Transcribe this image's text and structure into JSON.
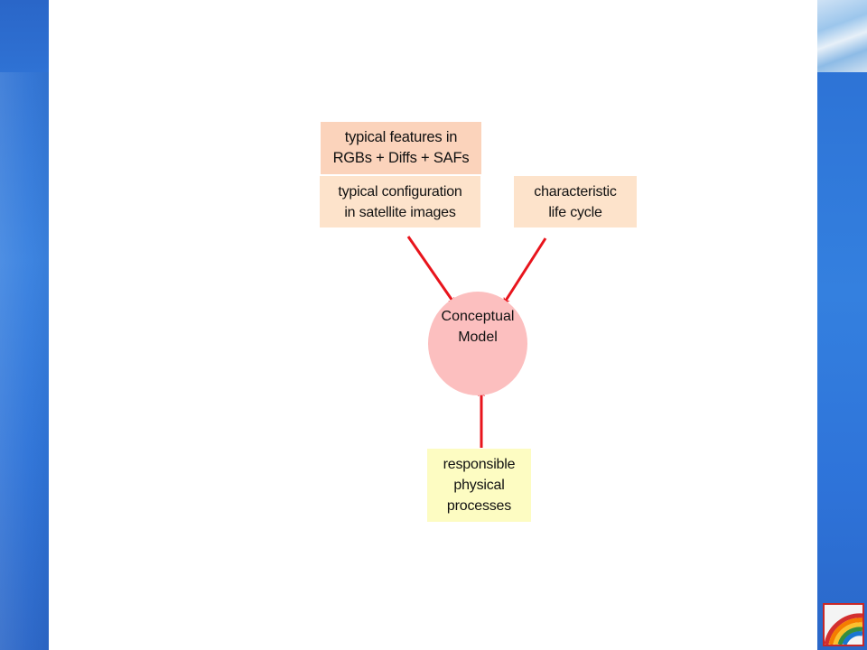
{
  "diagram": {
    "center_node": "Conceptual\nModel",
    "nodes": {
      "features": "typical features in\nRGBs + Diffs + SAFs",
      "configuration": "typical configuration\nin satellite images",
      "life_cycle": "characteristic\nlife cycle",
      "physical": "responsible\nphysical\nprocesses"
    },
    "colors": {
      "arrow": "#e8141c",
      "circle": "#fcbfbf",
      "salmon_box": "#fbd3bb",
      "peach_box": "#fde3cb",
      "yellow_box": "#fdfcc2",
      "band_blue": "#3480df"
    },
    "edges": [
      {
        "from": "configuration",
        "to": "center_node"
      },
      {
        "from": "life_cycle",
        "to": "center_node"
      },
      {
        "from": "physical",
        "to": "center_node"
      }
    ]
  }
}
